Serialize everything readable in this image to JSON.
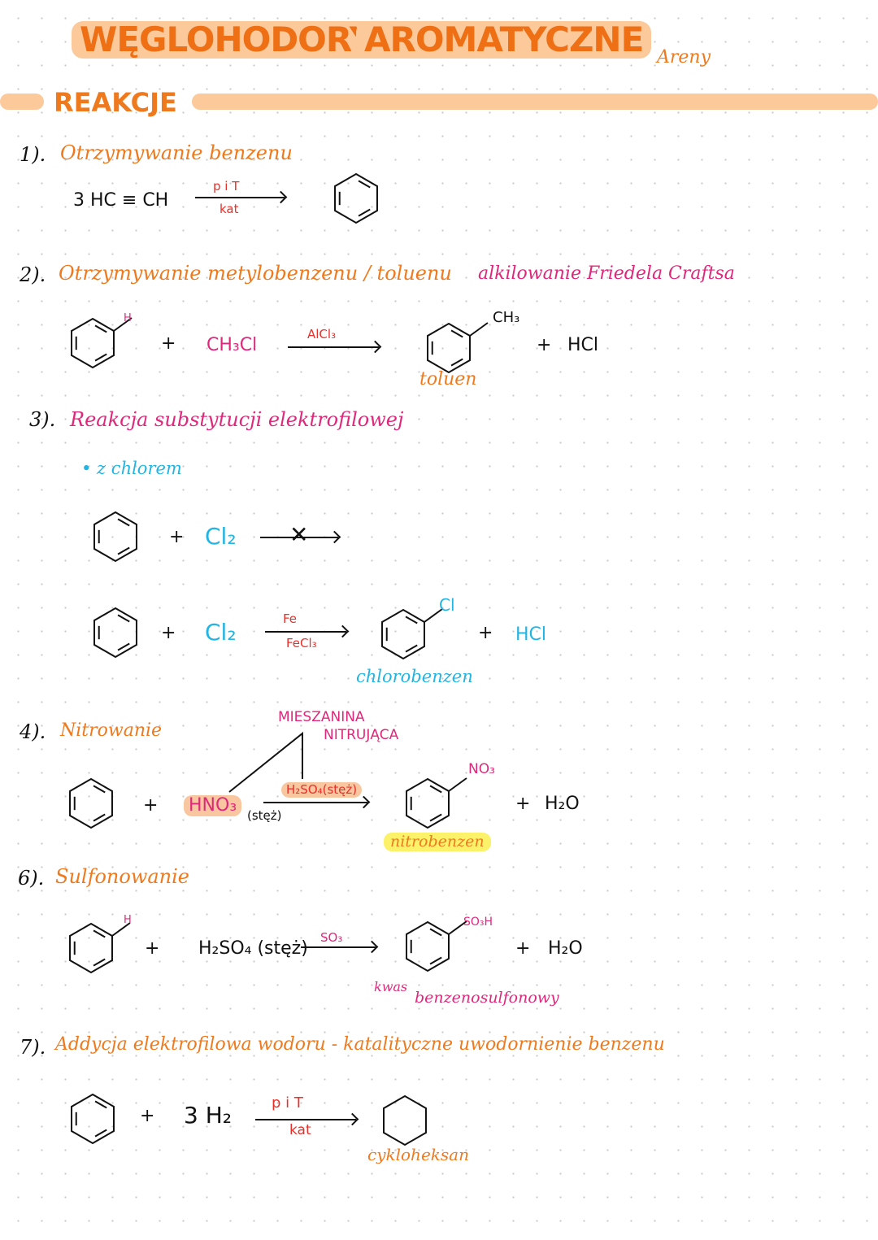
{
  "header": {
    "title_1": "WĘGLOHODORY",
    "title_2": "AROMATYCZNE",
    "subtitle": "Areny",
    "section": "REAKCJE"
  },
  "colors": {
    "orange": "#ef7a1e",
    "pink": "#e0287a",
    "cyan": "#22b4e3",
    "red": "#e8302a",
    "highlight": "#fbc99a"
  },
  "r1": {
    "num": "1).",
    "title": "Otrzymywanie benzenu",
    "reactant": "3 HC ≡ CH",
    "cond_top": "p i T",
    "cond_bottom": "kat"
  },
  "r2": {
    "num": "2).",
    "title": "Otrzymywanie metylobenzenu / toluenu",
    "note": "alkilowanie Friedela Craftsa",
    "h": "H",
    "plus1": "+",
    "reagent": "CH₃Cl",
    "cond": "AlCl₃",
    "sub": "CH₃",
    "plus2": "+",
    "byproduct": "HCl",
    "product_name": "toluen"
  },
  "r3": {
    "num": "3).",
    "title": "Reakcja substytucji elektrofilowej",
    "bullet": "• z chlorem",
    "plus1": "+",
    "reagent1": "Cl₂",
    "plus2": "+",
    "reagent2": "Cl₂",
    "cond_top": "Fe",
    "cond_bottom": "FeCl₃",
    "sub": "Cl",
    "plus3": "+",
    "byproduct": "HCl",
    "product_name": "chlorobenzen"
  },
  "r4": {
    "num": "4).",
    "title": "Nitrowanie",
    "mix_1": "MIESZANINA",
    "mix_2": "NITRUJĄCA",
    "plus1": "+",
    "reagent": "HNO₃",
    "reagent_note": "(stęż)",
    "cond": "H₂SO₄(stęż)",
    "sub": "NO₃",
    "plus2": "+",
    "byproduct": "H₂O",
    "product_name": "nitrobenzen"
  },
  "r6": {
    "num": "6).",
    "title": "Sulfonowanie",
    "h": "H",
    "plus1": "+",
    "reagent": "H₂SO₄ (stęż)",
    "cond": "SO₃",
    "sub": "SO₃H",
    "plus2": "+",
    "byproduct": "H₂O",
    "product_name_1": "kwas",
    "product_name_2": "benzenosulfonowy"
  },
  "r7": {
    "num": "7).",
    "title": "Addycja elektrofilowa wodoru - katalityczne uwodornienie benzenu",
    "plus1": "+",
    "reagent": "3 H₂",
    "cond_top": "p i T",
    "cond_bottom": "kat",
    "product_name": "cykloheksan"
  }
}
